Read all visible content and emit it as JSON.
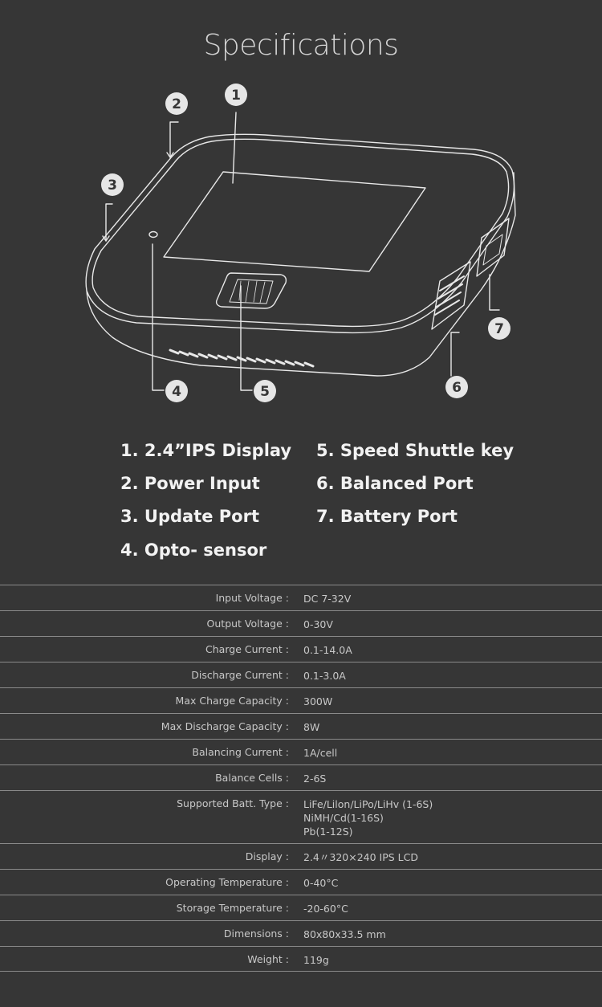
{
  "page": {
    "title": "Specifications"
  },
  "callouts": [
    "1",
    "2",
    "3",
    "4",
    "5",
    "6",
    "7"
  ],
  "features": [
    "1. 2.4”IPS Display",
    "2. Power Input",
    "3. Update Port",
    "4. Opto- sensor",
    "5. Speed Shuttle key",
    "6. Balanced Port",
    "7. Battery Port"
  ],
  "specs": [
    {
      "label": "Input Voltage :",
      "value": [
        "DC 7-32V"
      ]
    },
    {
      "label": "Output Voltage :",
      "value": [
        "0-30V"
      ]
    },
    {
      "label": "Charge Current :",
      "value": [
        "0.1-14.0A"
      ]
    },
    {
      "label": "Discharge Current :",
      "value": [
        "0.1-3.0A"
      ]
    },
    {
      "label": "Max Charge Capacity :",
      "value": [
        "300W"
      ]
    },
    {
      "label": "Max Discharge Capacity :",
      "value": [
        "8W"
      ]
    },
    {
      "label": "Balancing Current :",
      "value": [
        "1A/cell"
      ]
    },
    {
      "label": "Balance Cells :",
      "value": [
        "2-6S"
      ]
    },
    {
      "label": "Supported Batt. Type :",
      "value": [
        "LiFe/Lilon/LiPo/LiHv (1-6S)",
        "NiMH/Cd(1-16S)",
        "Pb(1-12S)"
      ]
    },
    {
      "label": "Display :",
      "value": [
        "2.4〃320×240 IPS LCD"
      ]
    },
    {
      "label": "Operating Temperature :",
      "value": [
        "0-40°C"
      ]
    },
    {
      "label": "Storage Temperature :",
      "value": [
        "-20-60°C"
      ]
    },
    {
      "label": "Dimensions :",
      "value": [
        "80x80x33.5 mm"
      ]
    },
    {
      "label": "Weight :",
      "value": [
        "119g"
      ]
    }
  ],
  "colors": {
    "background": "#363636",
    "text": "#f2f2f2",
    "muted": "#c8c8c8",
    "divider": "#8a8a8a",
    "callout_fill": "#e6e6e6"
  }
}
